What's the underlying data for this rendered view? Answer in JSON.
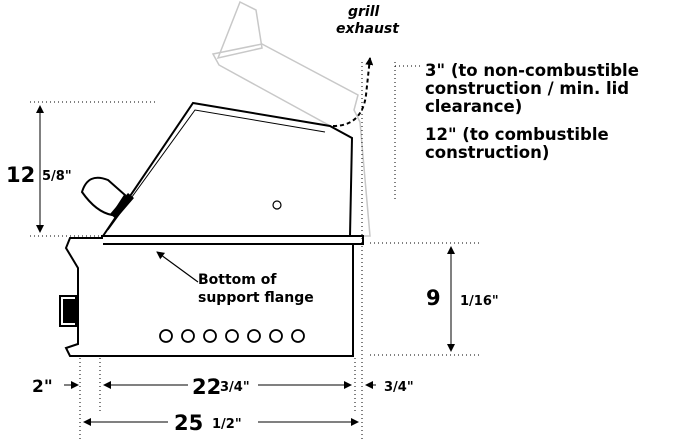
{
  "labels": {
    "exhaust_line1": "grill",
    "exhaust_line2": "exhaust",
    "clear1_line1": "3\" (to non-combustible",
    "clear1_line2": "construction / min. lid",
    "clear1_line3": "clearance)",
    "clear2_line1": "12\" (to combustible",
    "clear2_line2": "construction)",
    "flange_line1": "Bottom of",
    "flange_line2": "support flange"
  },
  "dimensions": {
    "height_top_whole": "12",
    "height_top_frac": "5/8\"",
    "height_body_whole": "9",
    "height_body_frac": "1/16\"",
    "left_offset": "2\"",
    "body_width_whole": "22",
    "body_width_frac": "3/4\"",
    "right_offset": "3/4\"",
    "total_width_whole": "25",
    "total_width_frac": "1/2\""
  },
  "colors": {
    "ink": "#000000",
    "ghost": "#c8c8c8"
  }
}
